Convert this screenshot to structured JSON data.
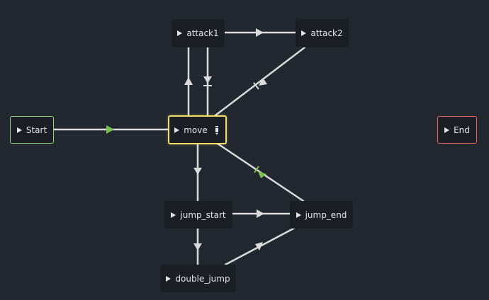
{
  "nodes": {
    "start": "Start",
    "end": "End",
    "move": "move",
    "attack1": "attack1",
    "attack2": "attack2",
    "jump_start": "jump_start",
    "jump_end": "jump_end",
    "double_jump": "double_jump"
  },
  "colors": {
    "background": "#23272f",
    "node_bg": "#1b1e25",
    "edge": "#d9dbde",
    "active_edge_marker": "#7bc24f",
    "start_border": "#8fd67e",
    "end_border": "#e46a6a",
    "selected_border": "#f0dc66"
  },
  "icons": {
    "node_play": "play-triangle-icon",
    "edit": "edit-pencil-icon"
  }
}
